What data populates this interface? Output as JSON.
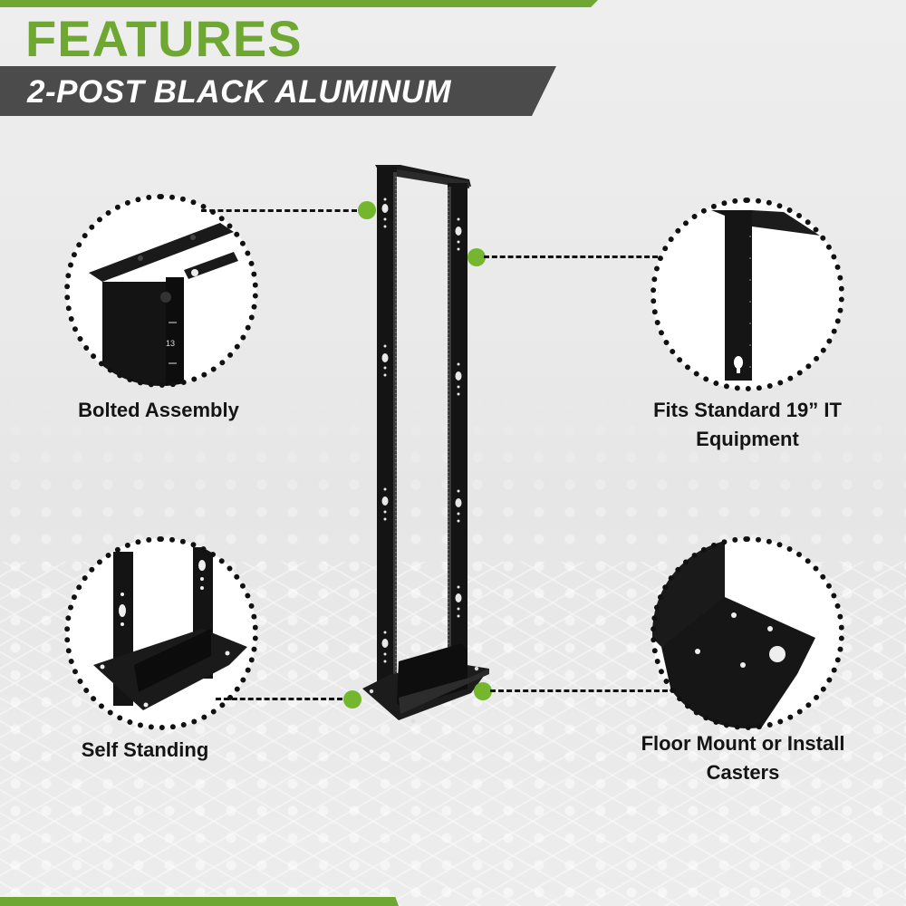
{
  "header": {
    "title": "FEATURES",
    "subtitle": "2-POST BLACK ALUMINUM"
  },
  "colors": {
    "accent_green": "#6ea832",
    "dot_green": "#74b72e",
    "band_gray": "#4b4b4b",
    "text_dark": "#141414",
    "background": "#ececec"
  },
  "product": {
    "name": "2-post open frame rack",
    "image_icon": "rack-icon"
  },
  "features": [
    {
      "label": "Bolted Assembly",
      "image_icon": "bracket-detail-icon"
    },
    {
      "label_line1": "Fits Standard 19” IT",
      "label_line2": "Equipment",
      "image_icon": "rail-detail-icon"
    },
    {
      "label": "Self Standing",
      "image_icon": "base-detail-icon"
    },
    {
      "label_line1": "Floor Mount or Install",
      "label_line2": "Casters",
      "image_icon": "footplate-detail-icon"
    }
  ],
  "callout_rail_marking": "13"
}
